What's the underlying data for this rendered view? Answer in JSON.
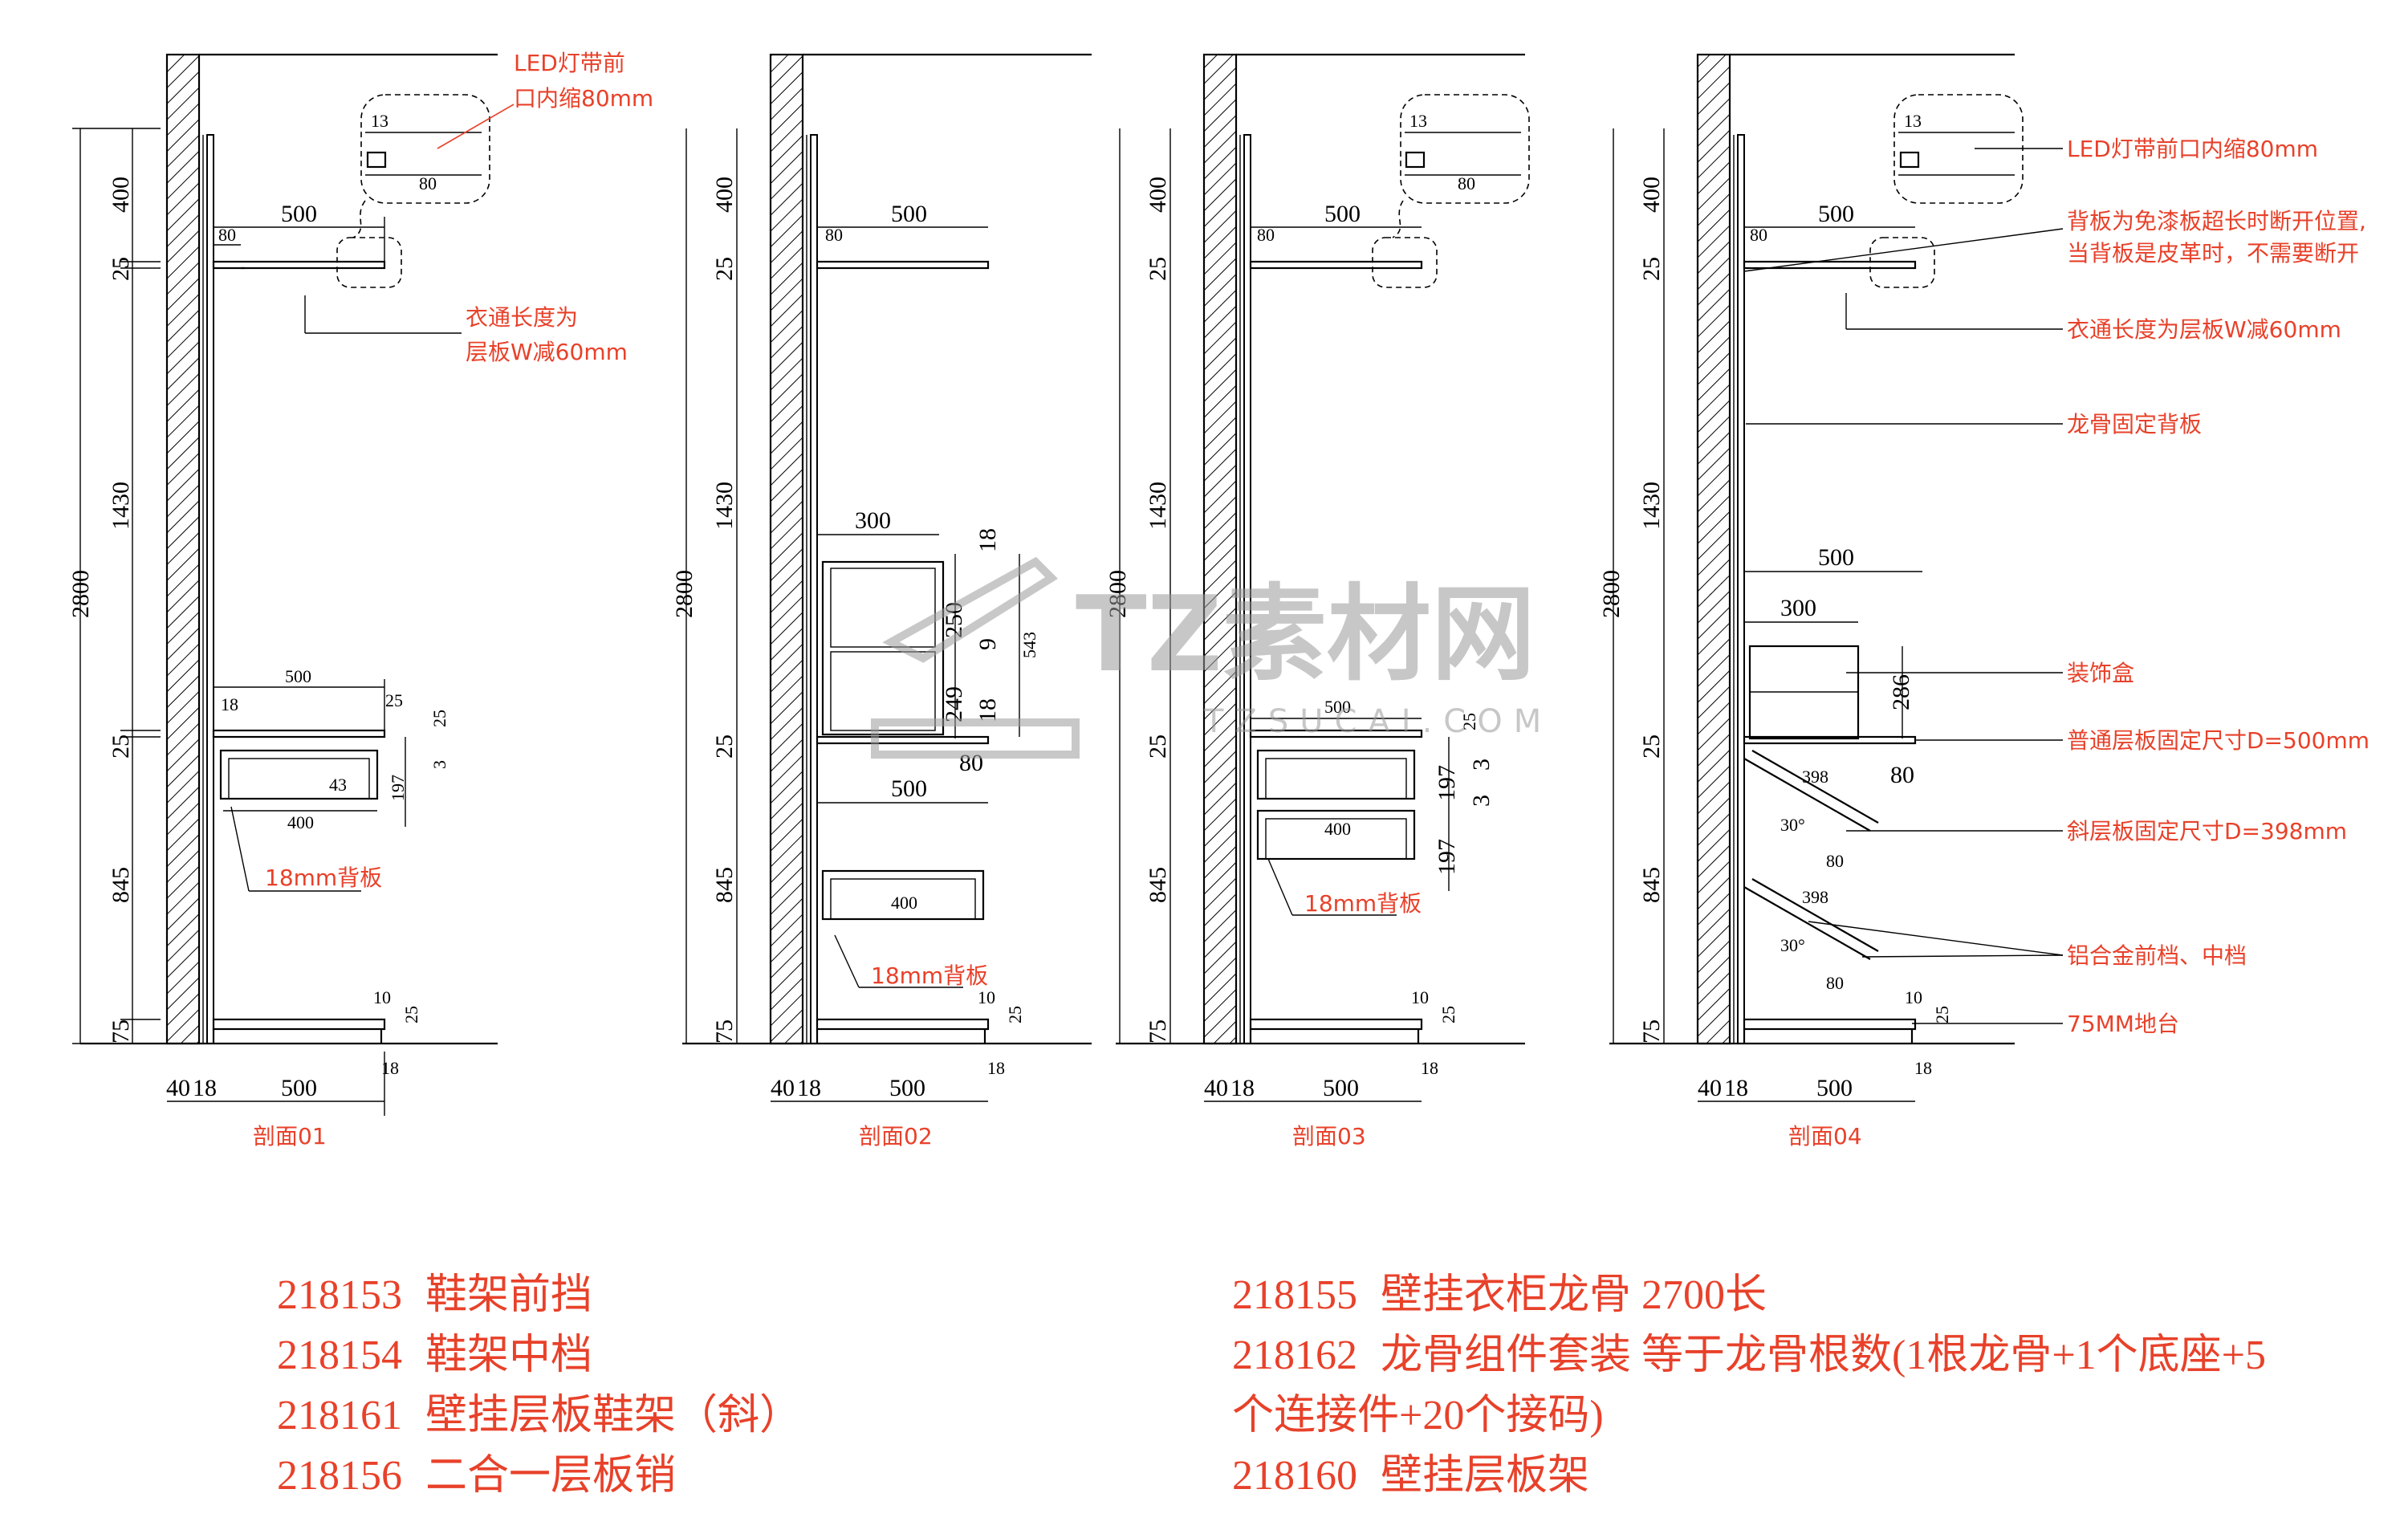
{
  "dim_labels": {
    "total_height": "2800",
    "top_zone": "400",
    "shelf_thk": "25",
    "hang_zone": "1430",
    "shoe_zone": "845",
    "base_height": "75",
    "wall_gap": "40",
    "back_thk": "18",
    "depth": "500",
    "setback": "80",
    "w300": "300",
    "w400": "400",
    "v250": "250",
    "v249": "249",
    "v9": "9",
    "v543": "543",
    "v197": "197",
    "v3": "3",
    "v43": "43",
    "v10": "10",
    "v286": "286",
    "v398": "398",
    "v13": "13",
    "v30deg": "30°"
  },
  "captions": [
    "剖面01",
    "剖面02",
    "剖面03",
    "剖面04"
  ],
  "notes": {
    "led_line1": "LED灯带前",
    "led_line2": "口内缩80mm",
    "rod_line1": "衣通长度为",
    "rod_line2": "层板W减60mm",
    "back_18mm": "18mm背板",
    "led_full": "LED灯带前口内缩80mm",
    "back_break_line1": "背板为免漆板超长时断开位置,",
    "back_break_line2": "当背板是皮革时，不需要断开",
    "rod_full": "衣通长度为层板W减60mm",
    "keel_back": "龙骨固定背板",
    "deco_box": "装饰盒",
    "shelf_fix": "普通层板固定尺寸D=500mm",
    "slant_fix": "斜层板固定尺寸D=398mm",
    "alu_rail": "铝合金前档、中档",
    "plinth": "75MM地台"
  },
  "watermark": {
    "title": "TZ素材网",
    "url": "TZSUCAI.COM"
  },
  "parts_list": [
    {
      "code": "218153",
      "name": "鞋架前挡"
    },
    {
      "code": "218154",
      "name": "鞋架中档"
    },
    {
      "code": "218161",
      "name": "壁挂层板鞋架（斜）"
    },
    {
      "code": "218156",
      "name": "二合一层板销"
    },
    {
      "code": "218155",
      "name": "壁挂衣柜龙骨 2700长"
    },
    {
      "code": "218162",
      "name": "龙骨组件套装 等于龙骨根数(1根龙骨+1个底座+5"
    },
    {
      "code": "",
      "name": "个连接件+20个接码)"
    },
    {
      "code": "218160",
      "name": "壁挂层板架"
    }
  ]
}
